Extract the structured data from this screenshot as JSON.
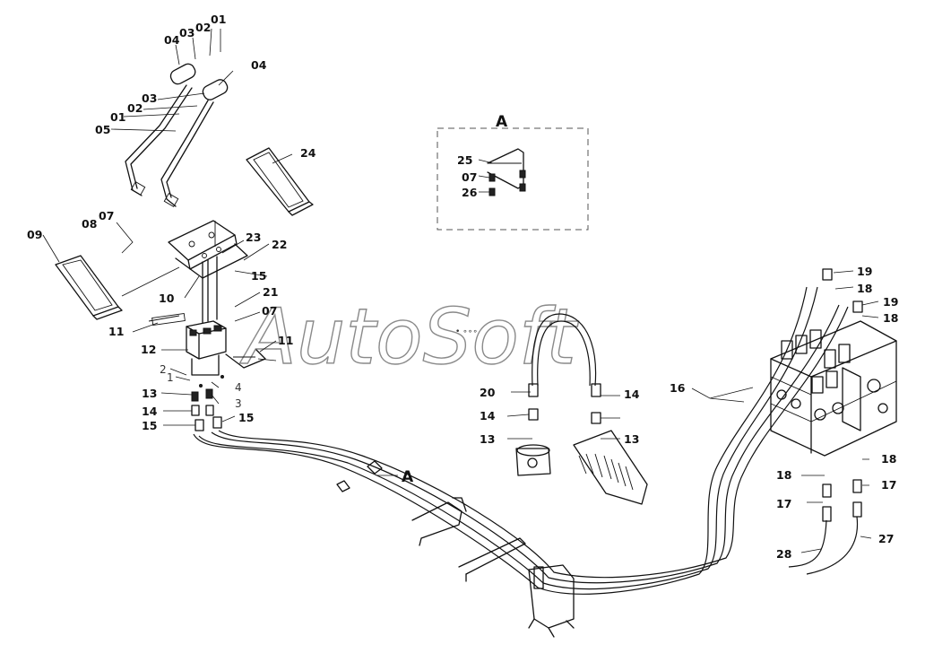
{
  "watermark": "AutoSoft",
  "detail": {
    "title": "A",
    "callout": "A"
  },
  "labels": {
    "l01a": "01",
    "l02a": "02",
    "l03a": "03",
    "l04a": "04",
    "l04b": "04",
    "l03b": "03",
    "l02b": "02",
    "l01b": "01",
    "l05": "05",
    "l24": "24",
    "l09": "09",
    "l08": "08",
    "l07a": "07",
    "l23": "23",
    "l22": "22",
    "l15a": "15",
    "l10": "10",
    "l21": "21",
    "l07b": "07",
    "l11a": "11",
    "l11b": "11",
    "l12": "12",
    "l2": "2",
    "l1": "1",
    "l4": "4",
    "l3": "3",
    "l13a": "13",
    "l14a": "14",
    "l15b": "15",
    "l15c": "15",
    "l25": "25",
    "l07c": "07",
    "l26": "26",
    "l20": "20",
    "l14b": "14",
    "l13b": "13",
    "l14c": "14",
    "l13c": "13",
    "l19a": "19",
    "l18a": "18",
    "l19b": "19",
    "l18b": "18",
    "l16": "16",
    "l18c": "18",
    "l18d": "18",
    "l17a": "17",
    "l17b": "17",
    "l28": "28",
    "l27": "27"
  }
}
